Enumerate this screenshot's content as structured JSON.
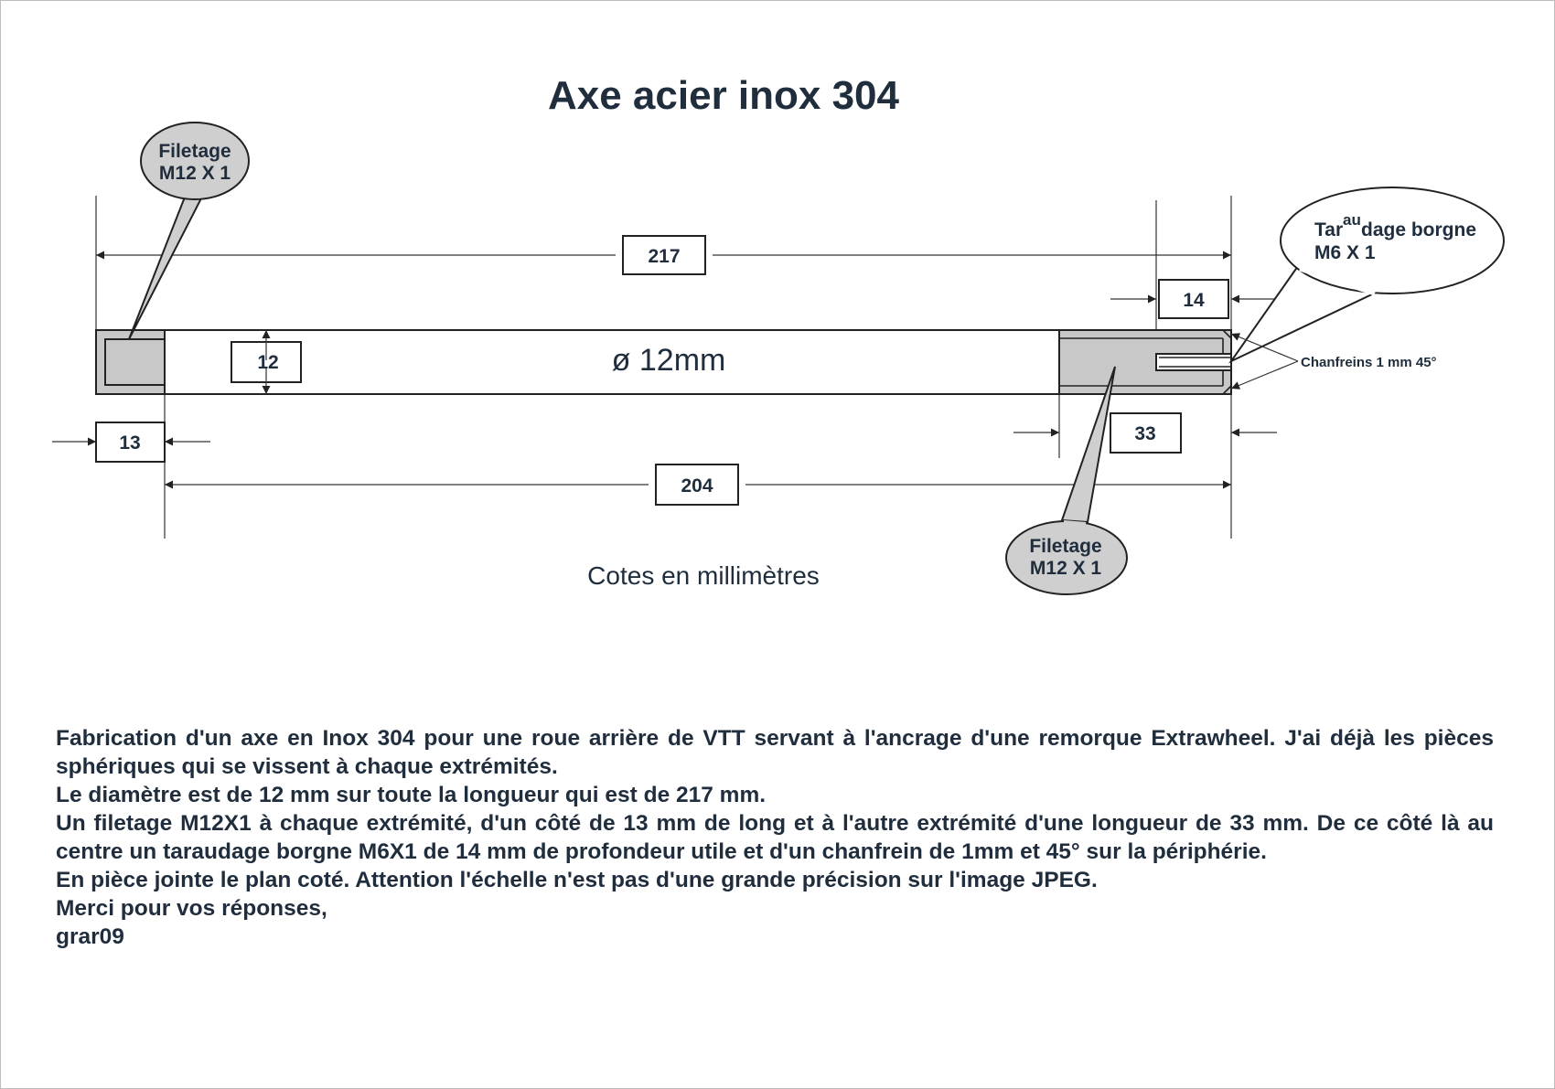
{
  "title": "Axe acier inox 304",
  "callouts": {
    "left_thread": [
      "Filetage",
      "M12 X 1"
    ],
    "right_thread": [
      "Filetage",
      "M12 X 1"
    ],
    "tapping": {
      "part1": "Tar",
      "superscript": "au",
      "part2": "dage borgne",
      "line2": "M6 X 1"
    },
    "chamfer": "Chanfreins 1 mm 45°"
  },
  "dimensions": {
    "total_length": "217",
    "thread_span": "204",
    "left_thread_length": "13",
    "right_thread_length": "33",
    "tapping_depth": "14",
    "diameter_box": "12"
  },
  "diameter_label": "ø 12mm",
  "units_note": "Cotes en millimètres",
  "description": {
    "paragraphs": [
      "Fabrication d'un axe en Inox 304 pour une roue arrière de VTT servant à l'ancrage d'une remorque Extrawheel. J'ai déjà les pièces sphériques qui se vissent à chaque extrémités.",
      "Le diamètre est de 12 mm sur toute la longueur qui est de 217 mm.",
      "Un filetage M12X1 à chaque extrémité, d'un côté de 13 mm de long et à l'autre extrémité d'une longueur de 33 mm. De ce côté là au centre un taraudage borgne M6X1 de 14 mm de profondeur utile et d'un chanfrein de 1mm et 45° sur la périphérie.",
      "En pièce jointe le plan coté. Attention l'échelle n'est pas d'une grande précision sur l'image JPEG.",
      "Merci pour vos réponses,",
      "grar09"
    ]
  }
}
